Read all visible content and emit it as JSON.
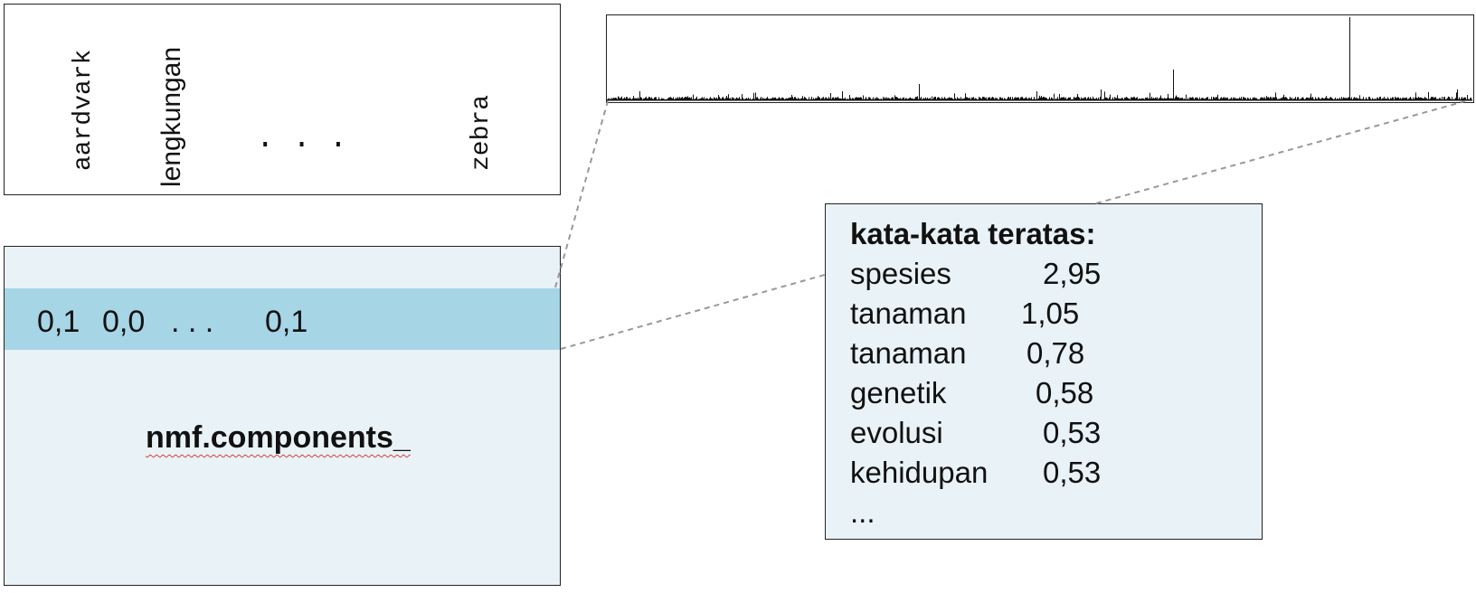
{
  "vocabulary": {
    "words": [
      "aardvark",
      "lengkungan",
      "zebra"
    ],
    "ellipsis": "..."
  },
  "matrix": {
    "row_values": [
      "0,1",
      "0,0",
      ". . .",
      "0,1"
    ],
    "label": "nmf.components_"
  },
  "top_words": {
    "title": "kata-kata teratas:",
    "items": [
      {
        "word": "spesies",
        "score": "2,95"
      },
      {
        "word": "tanaman",
        "score": "1,05"
      },
      {
        "word": "tanaman",
        "score": "0,78"
      },
      {
        "word": "genetik",
        "score": "0,58"
      },
      {
        "word": "evolusi",
        "score": "0,53"
      },
      {
        "word": "kehidupan",
        "score": "0,53"
      }
    ],
    "more": "..."
  },
  "colors": {
    "highlight_row": "#a6d5e6",
    "panel_bg": "#e9f2f6",
    "connector": "#999999"
  }
}
